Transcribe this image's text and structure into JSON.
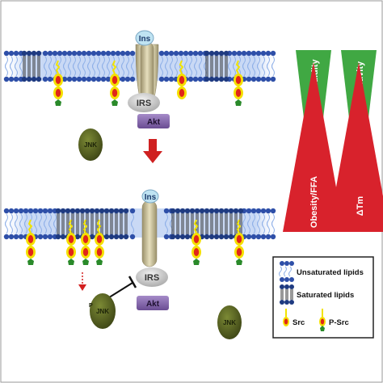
{
  "labels": {
    "ins_top": "Ins",
    "irs_top": "IRS",
    "akt_top": "Akt",
    "jnk_top": "JNK",
    "ins_bottom": "Ins",
    "irs_bottom": "IRS",
    "akt_bottom": "Akt",
    "jnk_bottom_left": "JNK",
    "jnk_bottom_right": "JNK",
    "p_marker": "P"
  },
  "wedges": {
    "membrane_fluidity": "Membrane Fluidity",
    "insulin_sensitivity": "Insulin sensitivity",
    "obesity_ffa": "Obesity/FFA",
    "delta_tm": "ΔTm"
  },
  "legend": {
    "unsaturated": "Unsaturated lipids",
    "saturated": "Saturated lipids",
    "src": "Src",
    "p_src": "P-Src"
  },
  "colors": {
    "membrane_blue": "#2e4fa8",
    "lipid_light": "#8fb0e8",
    "green": "#3aa63a",
    "red": "#d8222c",
    "jnk_olive": "#56611f",
    "irs_gray": "#c9c9c9",
    "akt_purple": "#7a5aa0",
    "receptor_tan": "#c8bf96",
    "src_yellow": "#f2e400",
    "src_red": "#e0261a"
  }
}
